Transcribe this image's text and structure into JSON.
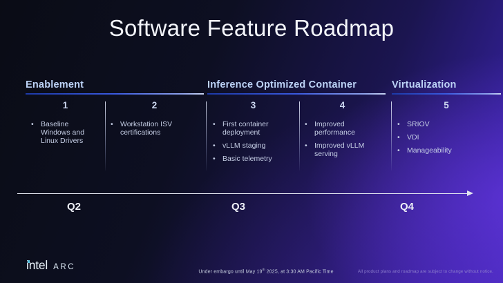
{
  "slide": {
    "title": "Software Feature Roadmap"
  },
  "groups": [
    {
      "title": "Enablement",
      "columns": [
        {
          "number": "1",
          "bullets": [
            "Baseline Windows and Linux Drivers"
          ]
        },
        {
          "number": "2",
          "bullets": [
            "Workstation ISV certifications"
          ]
        }
      ]
    },
    {
      "title": "Inference Optimized Container",
      "columns": [
        {
          "number": "3",
          "bullets": [
            "First container deployment",
            "vLLM staging",
            "Basic telemetry"
          ]
        },
        {
          "number": "4",
          "bullets": [
            "Improved performance",
            "Improved vLLM serving"
          ]
        }
      ]
    },
    {
      "title": "Virtualization",
      "columns": [
        {
          "number": "5",
          "bullets": [
            "SRIOV",
            "VDI",
            "Manageability"
          ]
        }
      ]
    }
  ],
  "timeline": {
    "labels": [
      "Q2",
      "Q3",
      "Q4"
    ]
  },
  "footer": {
    "logo": {
      "intel": "intel",
      "arc": "ARC"
    },
    "embargo": {
      "pre": "Under embargo until May 19",
      "sup": "th",
      "post": " 2025, at 3:30 AM Pacific Time"
    },
    "disclaimer": "All product plans and roadmap are subject to change without notice."
  },
  "colors": {
    "accent_blue": "#3a5ae0",
    "header_text": "#bdd3f7",
    "body_text": "#c4cde4",
    "background_dark": "#0a0c15",
    "background_purple": "#3f28b2",
    "intel_dot_cyan": "#5bc8e8"
  }
}
